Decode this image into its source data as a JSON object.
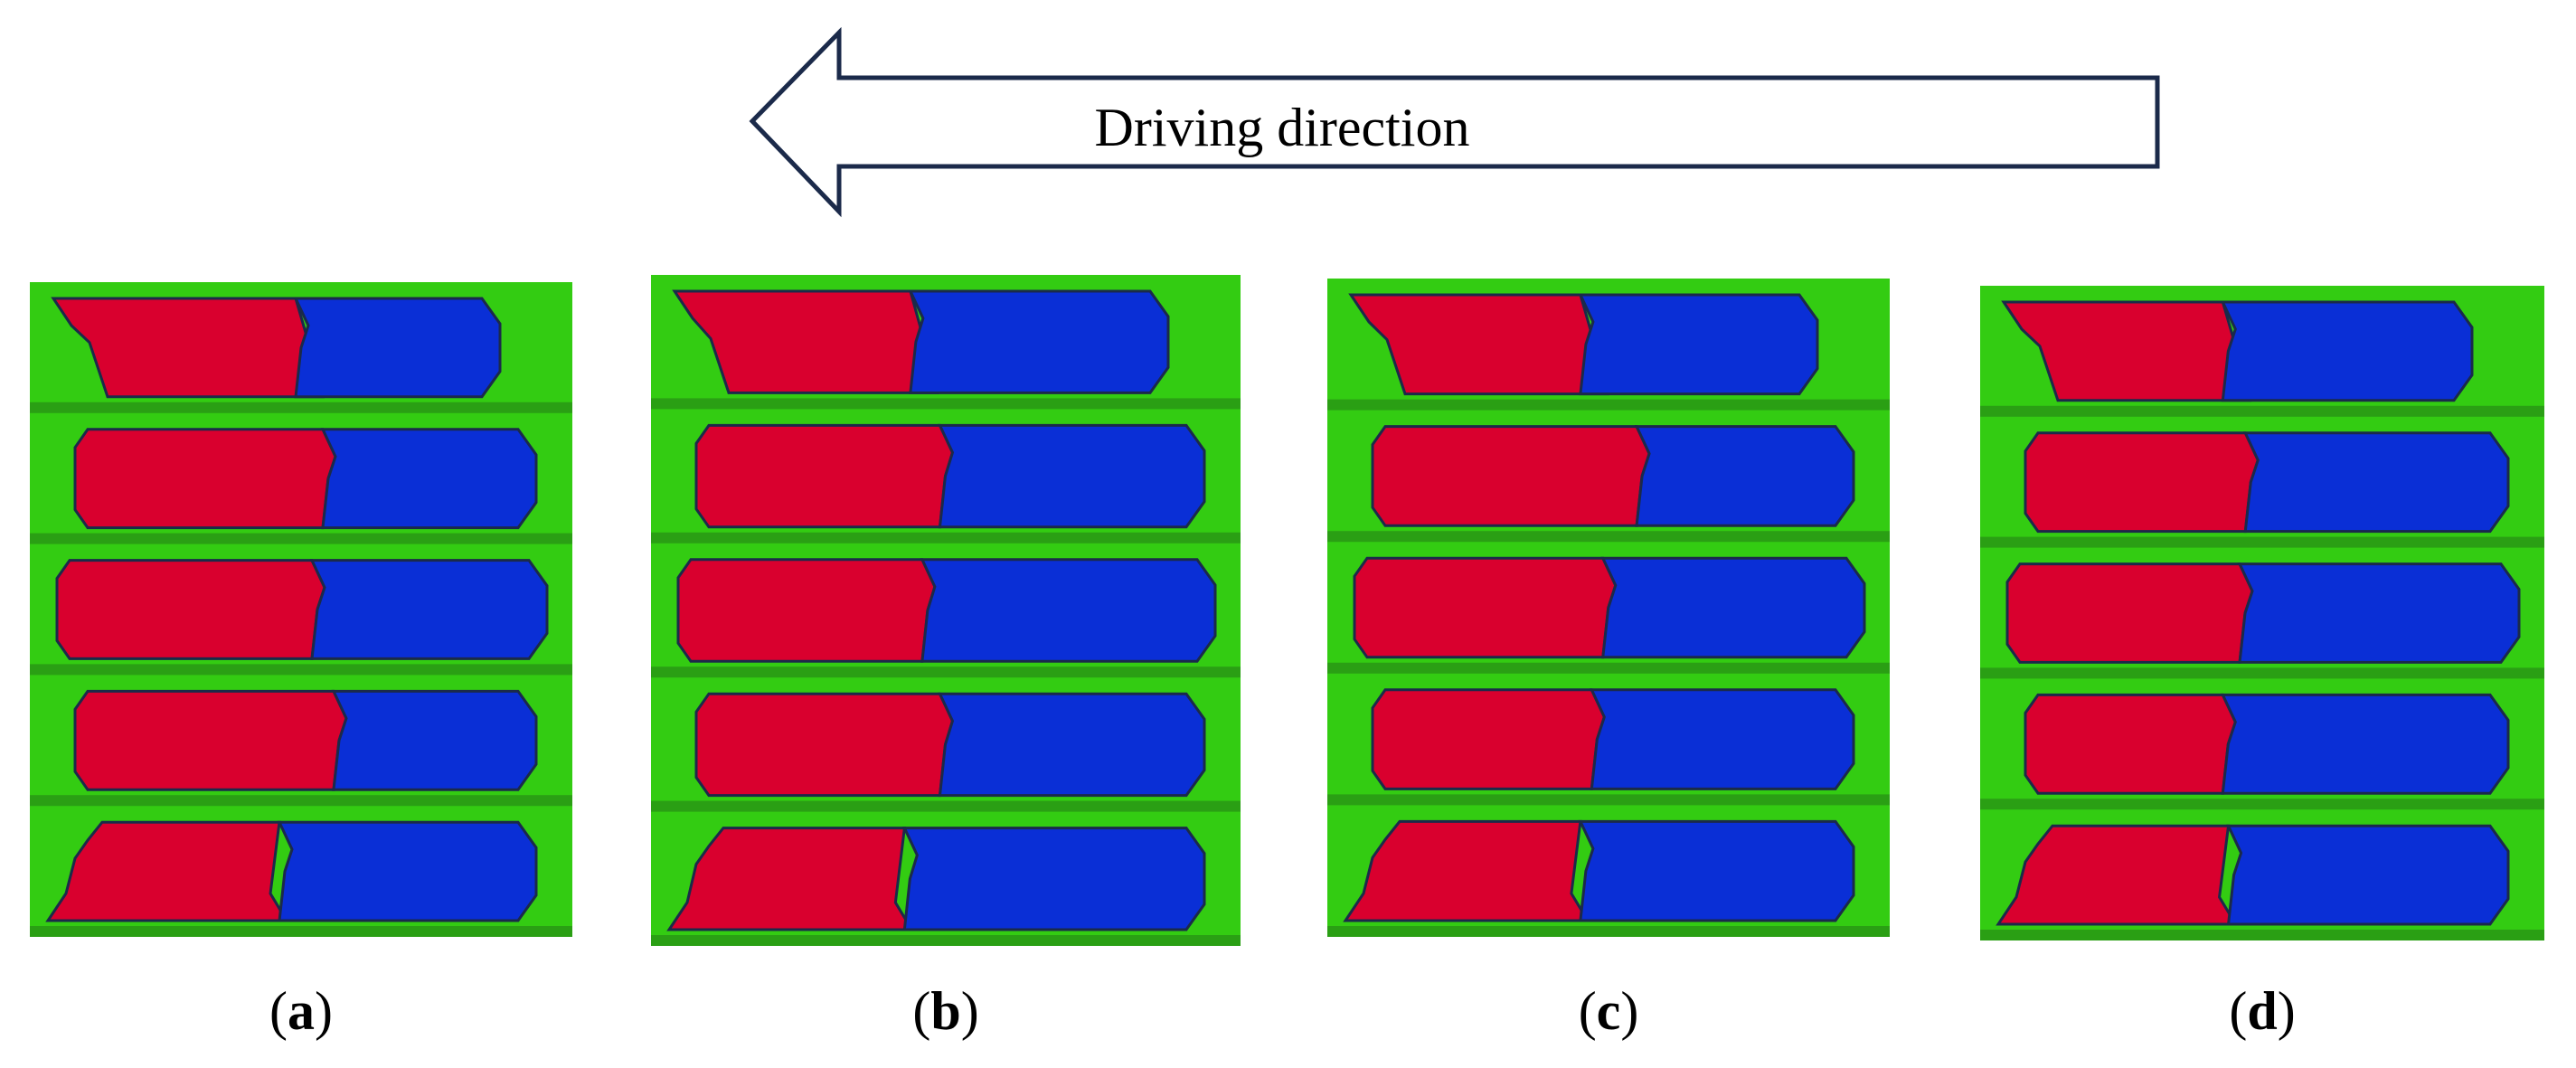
{
  "arrow": {
    "label": "Driving direction"
  },
  "panels": [
    {
      "caption_open": "(",
      "letter": "a",
      "caption_close": ")"
    },
    {
      "caption_open": "(",
      "letter": "b",
      "caption_close": ")"
    },
    {
      "caption_open": "(",
      "letter": "c",
      "caption_close": ")"
    },
    {
      "caption_open": "(",
      "letter": "d",
      "caption_close": ")"
    }
  ],
  "colors": {
    "background_green": "#33cc12",
    "groove_green": "#2a9f14",
    "red_region": "#d9002e",
    "blue_region": "#0a2fd6",
    "outline": "#1b2a4a"
  }
}
